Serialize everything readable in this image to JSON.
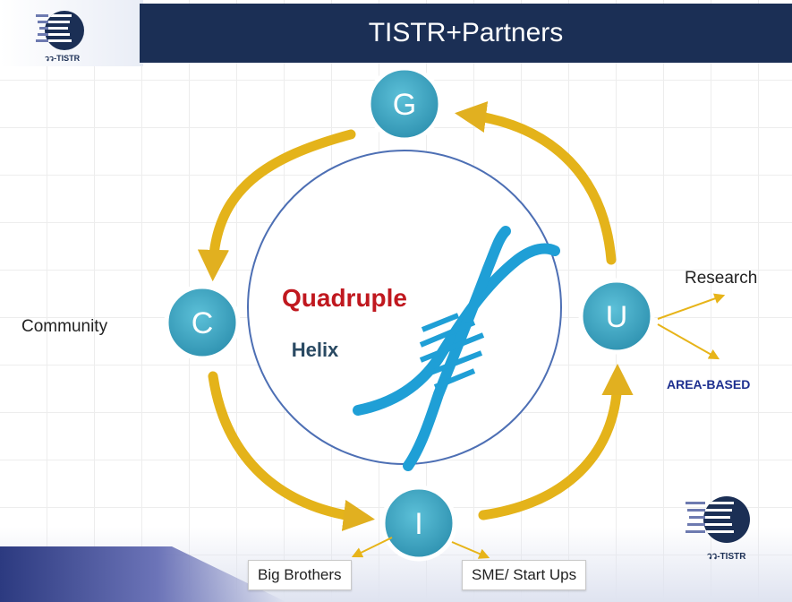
{
  "header": {
    "title": "TISTR+Partners",
    "logo_text": "วว-TISTR"
  },
  "center": {
    "line1": "Quadruple",
    "line2": "Helix"
  },
  "nodes": {
    "top": "G",
    "left": "C",
    "right": "U",
    "bottom": "I"
  },
  "labels": {
    "community": "Community",
    "research": "Research",
    "area_based": "AREA-BASED",
    "big_brothers": "Big Brothers",
    "sme": "SME/ Start Ups"
  },
  "footer_logo_text": "วว-TISTR",
  "colors": {
    "node_fill": "#3aa3c0",
    "arrow": "#e7b419",
    "helix": "#1f9fd6",
    "header": "#1b2f55",
    "quadruple": "#c0181f",
    "helix_text": "#2a4a63",
    "area_based": "#1d2f8f"
  }
}
